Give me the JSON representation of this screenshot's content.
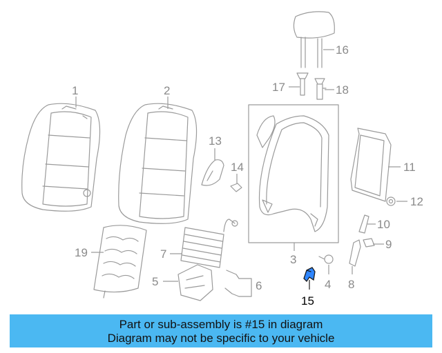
{
  "labels": {
    "p1": "1",
    "p2": "2",
    "p3": "3",
    "p4": "4",
    "p5": "5",
    "p6": "6",
    "p7": "7",
    "p8": "8",
    "p9": "9",
    "p10": "10",
    "p11": "11",
    "p12": "12",
    "p13": "13",
    "p14": "14",
    "p15": "15",
    "p16": "16",
    "p17": "17",
    "p18": "18",
    "p19": "19"
  },
  "highlight_part": "15",
  "colors": {
    "banner_bg": "#4bb8f2",
    "highlight": "#2f86ff",
    "line": "#9a9a9a"
  },
  "banner": {
    "line1": "Part or sub-assembly is #15 in diagram",
    "line2": "Diagram may not be specific to your vehicle"
  }
}
